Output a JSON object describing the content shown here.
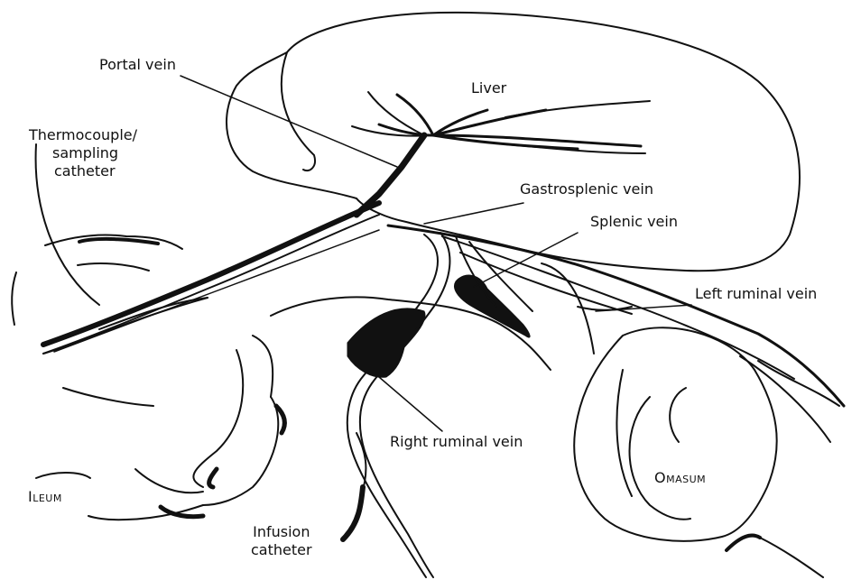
{
  "labels": {
    "portal_vein": "Portal vein",
    "liver": "Liver",
    "thermocouple": [
      "Thermocouple/",
      "sampling",
      "catheter"
    ],
    "gastrosplenic_vein": "Gastrosplenic vein",
    "splenic_vein": "Splenic vein",
    "left_ruminal_vein": "Left ruminal vein",
    "right_ruminal_vein": "Right ruminal vein",
    "omasum": "Omasum",
    "ileum": "Ileum",
    "infusion_catheter": [
      "Infusion",
      "catheter"
    ]
  },
  "colors": {
    "ink": "#111111",
    "background": "#ffffff"
  }
}
